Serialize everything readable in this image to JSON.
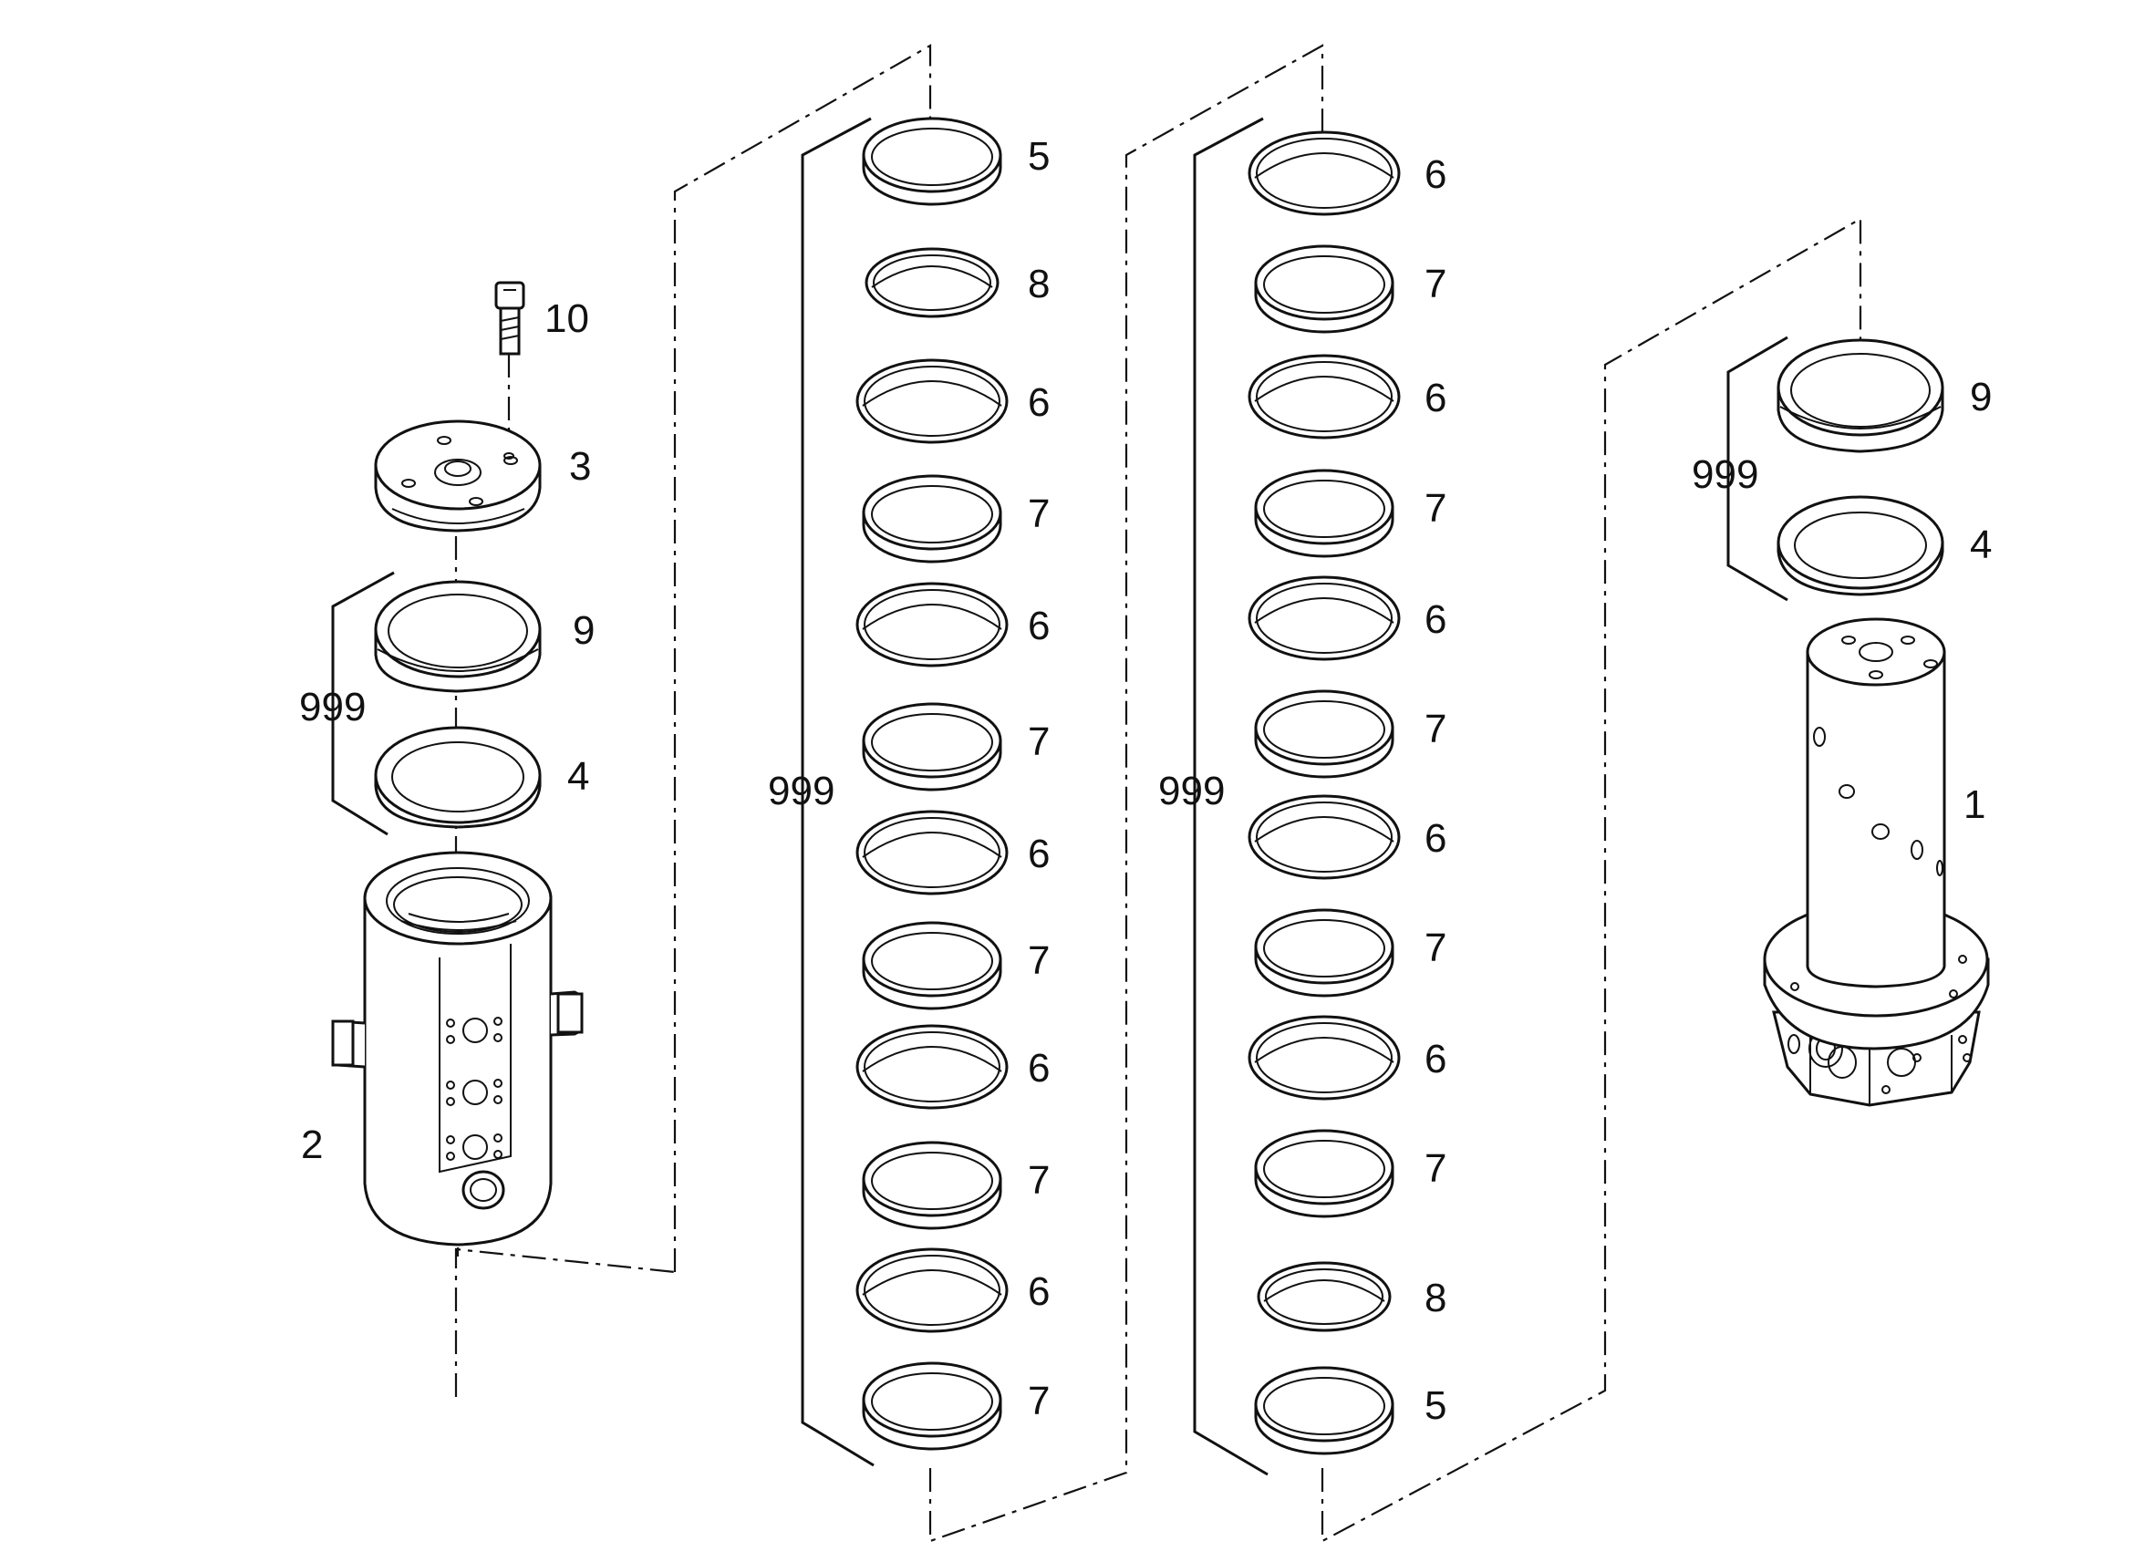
{
  "callouts": {
    "bolt": "10",
    "cap": "3",
    "ring_left_upper": "9",
    "ring_left_lower": "4",
    "group_left": "999",
    "housing": "2",
    "stack_a_group": "999",
    "stack_a_labels": [
      "5",
      "8",
      "6",
      "7",
      "6",
      "7",
      "6",
      "7",
      "6",
      "7",
      "6",
      "7"
    ],
    "stack_b_group": "999",
    "stack_b_labels": [
      "6",
      "7",
      "6",
      "7",
      "6",
      "7",
      "6",
      "7",
      "6",
      "7",
      "8",
      "5"
    ],
    "ring_right_upper": "9",
    "ring_right_lower": "4",
    "group_right": "999",
    "shaft": "1"
  },
  "colors": {
    "line": "#111111",
    "background": "#ffffff"
  }
}
